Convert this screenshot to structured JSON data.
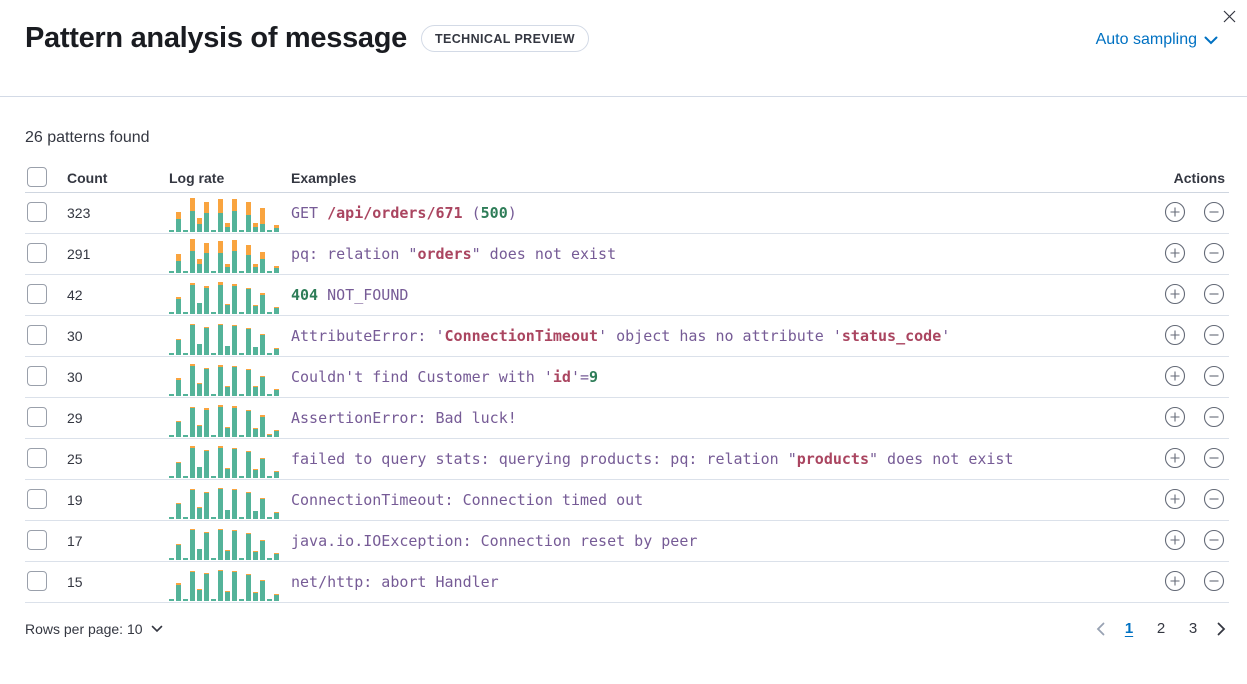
{
  "header": {
    "title": "Pattern analysis of message",
    "badge": "TECHNICAL PREVIEW",
    "sampling_label": "Auto sampling"
  },
  "summary": {
    "patterns_found": "26 patterns found"
  },
  "table": {
    "columns": {
      "count": "Count",
      "log_rate": "Log rate",
      "examples": "Examples",
      "actions": "Actions"
    },
    "rows": [
      {
        "count": "323",
        "sparkline": [
          [
            2,
            0
          ],
          [
            13,
            7
          ],
          [
            2,
            0
          ],
          [
            21,
            13
          ],
          [
            8,
            6
          ],
          [
            19,
            11
          ],
          [
            2,
            0
          ],
          [
            19,
            14
          ],
          [
            5,
            4
          ],
          [
            21,
            12
          ],
          [
            2,
            0
          ],
          [
            17,
            13
          ],
          [
            5,
            4
          ],
          [
            8,
            16
          ],
          [
            2,
            0
          ],
          [
            4,
            3
          ]
        ],
        "tokens": [
          {
            "t": "GET ",
            "s": "p"
          },
          {
            "t": "/api/orders/671",
            "s": "r"
          },
          {
            "t": " (",
            "s": "p"
          },
          {
            "t": "500",
            "s": "g"
          },
          {
            "t": ")",
            "s": "p"
          }
        ]
      },
      {
        "count": "291",
        "sparkline": [
          [
            2,
            0
          ],
          [
            12,
            7
          ],
          [
            2,
            0
          ],
          [
            22,
            12
          ],
          [
            9,
            5
          ],
          [
            20,
            10
          ],
          [
            2,
            0
          ],
          [
            20,
            12
          ],
          [
            6,
            3
          ],
          [
            22,
            11
          ],
          [
            2,
            0
          ],
          [
            18,
            10
          ],
          [
            6,
            3
          ],
          [
            14,
            7
          ],
          [
            2,
            0
          ],
          [
            5,
            2
          ]
        ],
        "tokens": [
          {
            "t": "pq: relation \"",
            "s": "p"
          },
          {
            "t": "orders",
            "s": "r"
          },
          {
            "t": "\" does not exist",
            "s": "p"
          }
        ]
      },
      {
        "count": "42",
        "sparkline": [
          [
            2,
            0
          ],
          [
            15,
            2
          ],
          [
            2,
            0
          ],
          [
            29,
            2
          ],
          [
            11,
            0
          ],
          [
            26,
            2
          ],
          [
            2,
            0
          ],
          [
            29,
            3
          ],
          [
            9,
            1
          ],
          [
            28,
            2
          ],
          [
            2,
            0
          ],
          [
            25,
            1
          ],
          [
            8,
            1
          ],
          [
            19,
            2
          ],
          [
            2,
            0
          ],
          [
            6,
            1
          ]
        ],
        "tokens": [
          {
            "t": "404",
            "s": "g"
          },
          {
            "t": " NOT_FOUND",
            "s": "p"
          }
        ]
      },
      {
        "count": "30",
        "sparkline": [
          [
            2,
            0
          ],
          [
            15,
            1
          ],
          [
            2,
            0
          ],
          [
            30,
            1
          ],
          [
            11,
            0
          ],
          [
            27,
            1
          ],
          [
            2,
            0
          ],
          [
            30,
            1
          ],
          [
            9,
            0
          ],
          [
            29,
            1
          ],
          [
            2,
            0
          ],
          [
            26,
            1
          ],
          [
            8,
            0
          ],
          [
            20,
            1
          ],
          [
            2,
            0
          ],
          [
            6,
            1
          ]
        ],
        "tokens": [
          {
            "t": "AttributeError: '",
            "s": "p"
          },
          {
            "t": "ConnectionTimeout",
            "s": "r"
          },
          {
            "t": "' object has no attribute '",
            "s": "p"
          },
          {
            "t": "status_code",
            "s": "r"
          },
          {
            "t": "'",
            "s": "p"
          }
        ]
      },
      {
        "count": "30",
        "sparkline": [
          [
            2,
            0
          ],
          [
            16,
            2
          ],
          [
            2,
            0
          ],
          [
            30,
            2
          ],
          [
            12,
            1
          ],
          [
            27,
            1
          ],
          [
            2,
            0
          ],
          [
            29,
            2
          ],
          [
            9,
            1
          ],
          [
            29,
            1
          ],
          [
            2,
            0
          ],
          [
            26,
            1
          ],
          [
            9,
            1
          ],
          [
            19,
            1
          ],
          [
            2,
            0
          ],
          [
            6,
            1
          ]
        ],
        "tokens": [
          {
            "t": "Couldn't find Customer with '",
            "s": "p"
          },
          {
            "t": "id",
            "s": "r"
          },
          {
            "t": "'=",
            "s": "p"
          },
          {
            "t": "9",
            "s": "g"
          }
        ]
      },
      {
        "count": "29",
        "sparkline": [
          [
            2,
            0
          ],
          [
            15,
            1
          ],
          [
            2,
            0
          ],
          [
            29,
            1
          ],
          [
            11,
            1
          ],
          [
            27,
            2
          ],
          [
            2,
            0
          ],
          [
            30,
            2
          ],
          [
            9,
            1
          ],
          [
            29,
            2
          ],
          [
            2,
            0
          ],
          [
            26,
            1
          ],
          [
            8,
            1
          ],
          [
            20,
            2
          ],
          [
            2,
            1
          ],
          [
            6,
            1
          ]
        ],
        "tokens": [
          {
            "t": "AssertionError: Bad luck!",
            "s": "p"
          }
        ]
      },
      {
        "count": "25",
        "sparkline": [
          [
            2,
            0
          ],
          [
            15,
            1
          ],
          [
            2,
            0
          ],
          [
            30,
            2
          ],
          [
            11,
            0
          ],
          [
            27,
            1
          ],
          [
            2,
            0
          ],
          [
            30,
            2
          ],
          [
            9,
            1
          ],
          [
            29,
            1
          ],
          [
            2,
            0
          ],
          [
            26,
            1
          ],
          [
            8,
            1
          ],
          [
            19,
            1
          ],
          [
            2,
            0
          ],
          [
            6,
            1
          ]
        ],
        "tokens": [
          {
            "t": "failed to query stats: querying products: pq: relation \"",
            "s": "p"
          },
          {
            "t": "products",
            "s": "r"
          },
          {
            "t": "\" does not exist",
            "s": "p"
          }
        ]
      },
      {
        "count": "19",
        "sparkline": [
          [
            2,
            0
          ],
          [
            15,
            1
          ],
          [
            2,
            0
          ],
          [
            29,
            1
          ],
          [
            11,
            1
          ],
          [
            26,
            1
          ],
          [
            2,
            0
          ],
          [
            30,
            1
          ],
          [
            9,
            0
          ],
          [
            29,
            1
          ],
          [
            2,
            0
          ],
          [
            26,
            1
          ],
          [
            8,
            0
          ],
          [
            20,
            1
          ],
          [
            2,
            0
          ],
          [
            6,
            1
          ]
        ],
        "tokens": [
          {
            "t": "ConnectionTimeout: Connection timed out",
            "s": "p"
          }
        ]
      },
      {
        "count": "17",
        "sparkline": [
          [
            2,
            0
          ],
          [
            15,
            1
          ],
          [
            2,
            0
          ],
          [
            30,
            1
          ],
          [
            11,
            0
          ],
          [
            27,
            1
          ],
          [
            2,
            0
          ],
          [
            30,
            1
          ],
          [
            9,
            1
          ],
          [
            29,
            1
          ],
          [
            2,
            0
          ],
          [
            26,
            1
          ],
          [
            8,
            1
          ],
          [
            19,
            1
          ],
          [
            2,
            0
          ],
          [
            6,
            1
          ]
        ],
        "tokens": [
          {
            "t": "java.io.IOException: Connection reset by peer",
            "s": "p"
          }
        ]
      },
      {
        "count": "15",
        "sparkline": [
          [
            2,
            0
          ],
          [
            16,
            2
          ],
          [
            2,
            0
          ],
          [
            29,
            1
          ],
          [
            11,
            1
          ],
          [
            27,
            1
          ],
          [
            2,
            0
          ],
          [
            30,
            1
          ],
          [
            9,
            1
          ],
          [
            29,
            1
          ],
          [
            2,
            0
          ],
          [
            26,
            1
          ],
          [
            8,
            1
          ],
          [
            20,
            1
          ],
          [
            2,
            0
          ],
          [
            6,
            1
          ]
        ],
        "tokens": [
          {
            "t": "net/http: abort Handler",
            "s": "p"
          }
        ]
      }
    ]
  },
  "footer": {
    "rows_per_page_label": "Rows per page: 10",
    "pages": [
      "1",
      "2",
      "3"
    ],
    "active_page": "1"
  },
  "colors": {
    "accent_blue": "#0071c2",
    "spark_teal": "#54b399",
    "spark_orange": "#f9a43f",
    "token_purple": "#765b96",
    "token_red": "#aa4560",
    "token_green": "#2e7d58"
  }
}
